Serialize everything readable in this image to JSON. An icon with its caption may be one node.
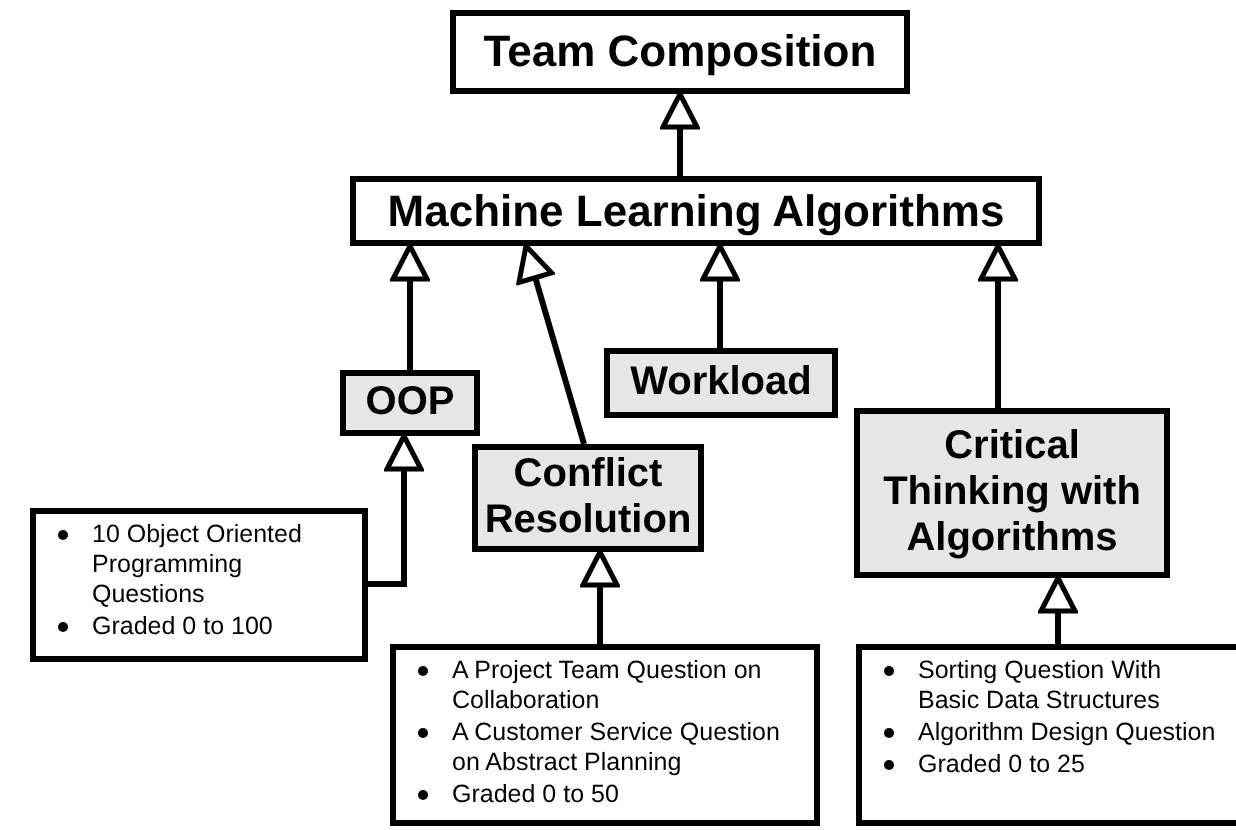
{
  "diagram": {
    "nodes": [
      {
        "text": [
          "Team Composition"
        ]
      },
      {
        "text": [
          "Machine Learning Algorithms"
        ]
      },
      {
        "text": [
          "OOP"
        ]
      },
      {
        "text": [
          "Workload"
        ]
      },
      {
        "text": [
          "Conflict Resolution"
        ]
      },
      {
        "text": [
          "Critical Thinking with Algorithms"
        ]
      },
      {
        "text": [
          "10 Object Oriented Programming Questions",
          "Graded 0 to 100"
        ]
      },
      {
        "text": [
          "A Project Team Question on Collaboration",
          "A Customer Service Question on Abstract Planning",
          "Graded 0 to 50"
        ]
      },
      {
        "text": [
          "Sorting Question With Basic Data Structures",
          "Algorithm Design Question",
          "Graded 0 to 25"
        ]
      }
    ],
    "edges": [
      {
        "from": 1,
        "to": 0,
        "arrow": "to"
      },
      {
        "from": 2,
        "to": 1,
        "arrow": "to"
      },
      {
        "from": 4,
        "to": 1,
        "arrow": "to"
      },
      {
        "from": 3,
        "to": 1,
        "arrow": "to"
      },
      {
        "from": 5,
        "to": 1,
        "arrow": "to"
      },
      {
        "from": 6,
        "to": 2,
        "arrow": "to"
      },
      {
        "from": 7,
        "to": 4,
        "arrow": "to"
      },
      {
        "from": 8,
        "to": 5,
        "arrow": "to"
      }
    ]
  }
}
